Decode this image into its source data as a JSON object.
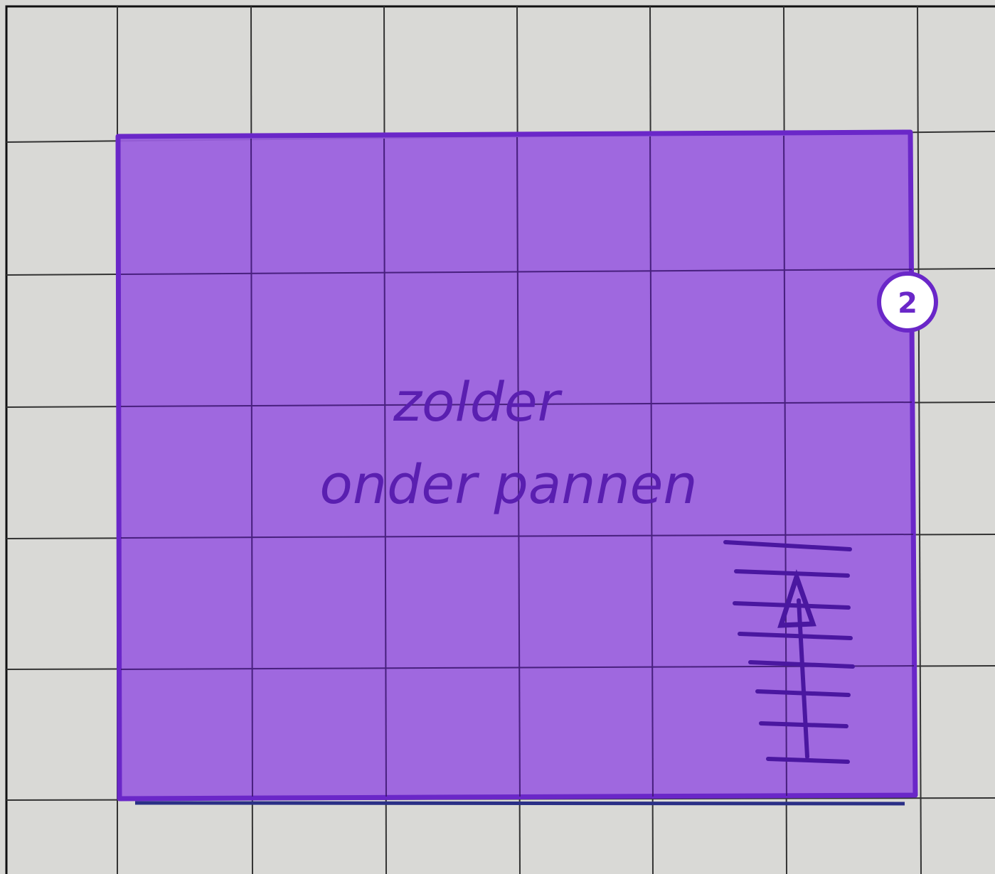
{
  "room": {
    "number": "2",
    "label_line1": "zolder",
    "label_line2": "onder pannen"
  },
  "colors": {
    "paper": "#d9d9d6",
    "grid_line": "#2b2b2b",
    "room_fill": "#9a5fe0",
    "room_border": "#6a27c8",
    "ink": "#5a1fb0",
    "badge_bg": "#ffffff"
  },
  "icons": [
    "stairs-icon"
  ]
}
